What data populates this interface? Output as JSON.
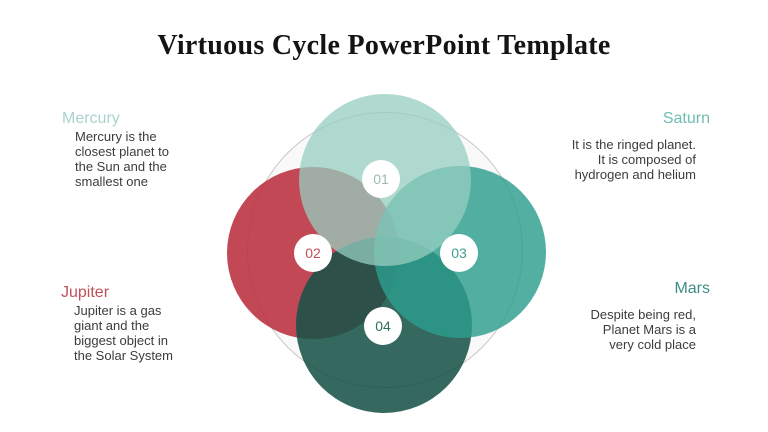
{
  "slide": {
    "title": "Virtuous Cycle PowerPoint Template"
  },
  "panels": {
    "mercury": {
      "title": "Mercury",
      "color": "#a9d4cc",
      "body": "Mercury is the\nclosest planet to\nthe Sun and the\nsmallest one"
    },
    "saturn": {
      "title": "Saturn",
      "color": "#6fbdb3",
      "body": "It is the ringed planet.\nIt is composed of\nhydrogen and helium"
    },
    "jupiter": {
      "title": "Jupiter",
      "color": "#c25058",
      "body": "Jupiter is a gas\ngiant and the\nbiggest object in\nthe Solar System"
    },
    "mars": {
      "title": "Mars",
      "color": "#3e8e86",
      "body": "Despite being red,\nPlanet Mars is a\nvery cold place"
    }
  },
  "diagram": {
    "circles": {
      "top": {
        "planet": "Mercury",
        "color": "rgba(150,205,192,0.75)"
      },
      "left": {
        "planet": "Jupiter",
        "color": "rgba(187,52,66,0.9)"
      },
      "right": {
        "planet": "Saturn",
        "color": "rgba(44,158,142,0.82)"
      },
      "bottom": {
        "planet": "Mars",
        "color": "rgba(23,82,70,0.87)"
      }
    },
    "badges": {
      "b1": {
        "number": "01",
        "color": "#9dbab2"
      },
      "b2": {
        "number": "02",
        "color": "#c14f58"
      },
      "b3": {
        "number": "03",
        "color": "#3da08f"
      },
      "b4": {
        "number": "04",
        "color": "#2e6f63"
      }
    }
  }
}
